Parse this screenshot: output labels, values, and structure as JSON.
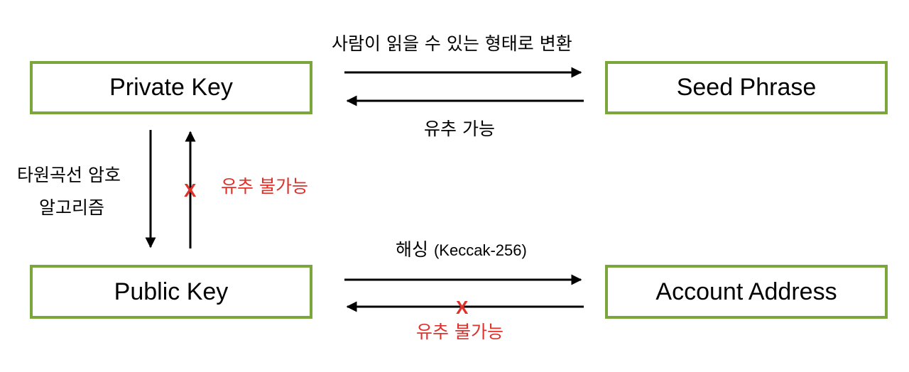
{
  "nodes": {
    "private_key": "Private Key",
    "seed_phrase": "Seed Phrase",
    "public_key": "Public Key",
    "account_address": "Account Address"
  },
  "edges": {
    "to_seed": "사람이 읽을 수 있는 형태로 변환",
    "from_seed": "유추 가능",
    "curve_line1": "타원곡선 암호",
    "curve_line2": "알고리즘",
    "reverse_curve": "유추 불가능",
    "hash_main": "해싱",
    "hash_algo": "(Keccak-256)",
    "reverse_hash": "유추 불가능",
    "blocked_mark": "X"
  },
  "colors": {
    "box_border": "#7aa63c",
    "negative": "#e0302a"
  }
}
